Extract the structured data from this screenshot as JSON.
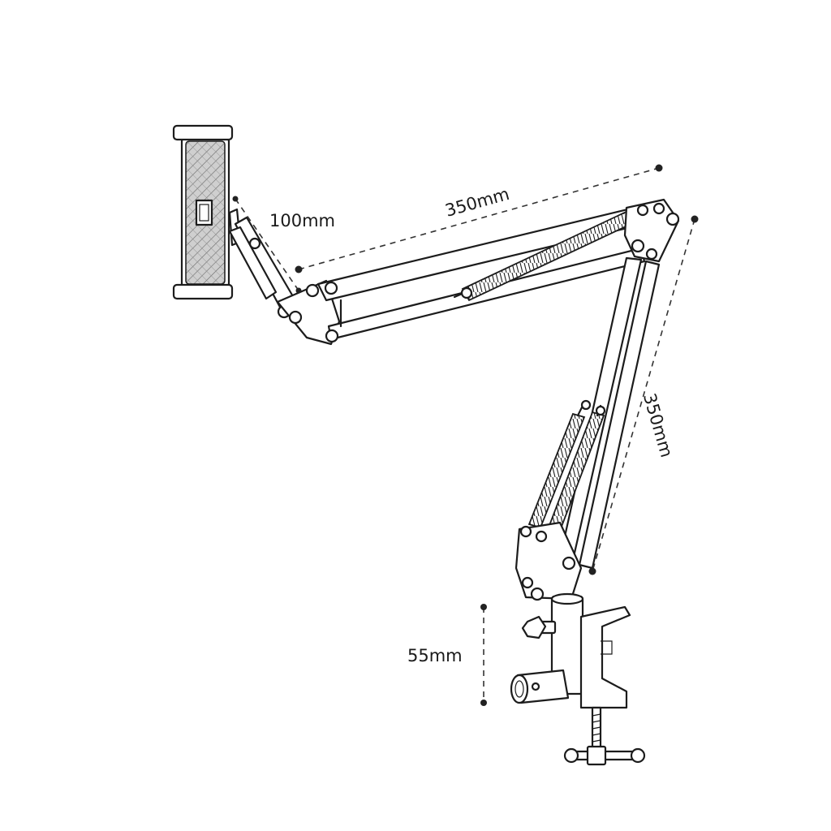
{
  "dimensions": {
    "holder": "100mm",
    "upper_arm": "350mm",
    "lower_arm": "350mm",
    "clamp": "55mm"
  },
  "colors": {
    "line": "#1c1c1c",
    "background": "#ffffff"
  }
}
